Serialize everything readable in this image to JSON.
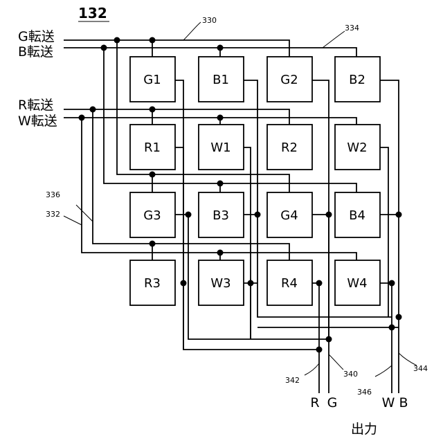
{
  "figure_number": "132",
  "signal_lines": {
    "g_transfer": "G転送",
    "b_transfer": "B転送",
    "r_transfer": "R転送",
    "w_transfer": "W転送"
  },
  "pixels": [
    [
      "G1",
      "B1",
      "G2",
      "B2"
    ],
    [
      "R1",
      "W1",
      "R2",
      "W2"
    ],
    [
      "G3",
      "B3",
      "G4",
      "B4"
    ],
    [
      "R3",
      "W3",
      "R4",
      "W4"
    ]
  ],
  "reference_numbers": {
    "r330": "330",
    "r334": "334",
    "r336": "336",
    "r332": "332",
    "r340": "340",
    "r342": "342",
    "r344": "344",
    "r346": "346"
  },
  "outputs": {
    "r": "R",
    "g": "G",
    "w": "W",
    "b": "B",
    "caption": "出力"
  }
}
